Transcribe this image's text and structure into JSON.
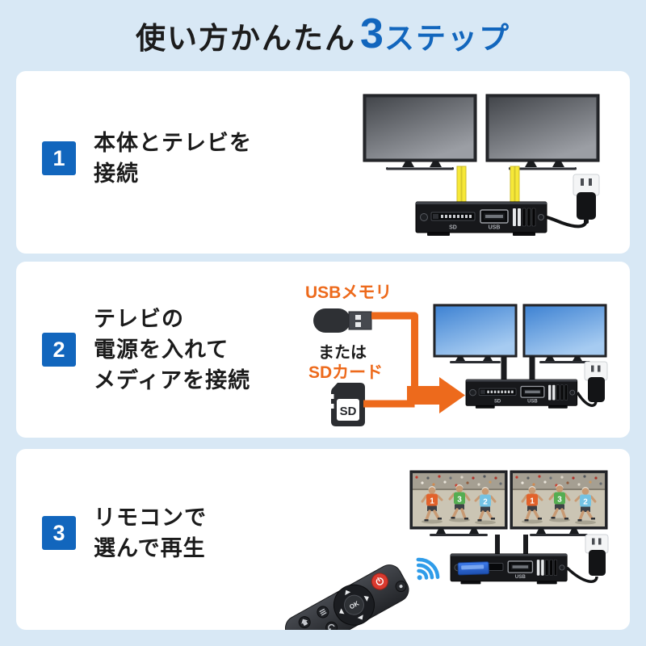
{
  "title": {
    "black": "使い方かんたん",
    "number": "3",
    "suffix": "ステップ"
  },
  "steps": [
    {
      "number": "1",
      "lines": [
        "本体とテレビを",
        "接続"
      ]
    },
    {
      "number": "2",
      "lines": [
        "テレビの",
        "電源を入れて",
        "メディアを接続"
      ]
    },
    {
      "number": "3",
      "lines": [
        "リモコンで",
        "選んで再生"
      ]
    }
  ],
  "step2_media": {
    "usb_label": "USBメモリ",
    "or_label": "または",
    "sd_label": "SDカード",
    "sd_card_text": "SD"
  },
  "device_labels": {
    "sd": "SD",
    "usb": "USB"
  },
  "remote": {
    "ok": "OK"
  },
  "tv_photo": {
    "bib_numbers": [
      "1",
      "3",
      "2"
    ]
  },
  "colors": {
    "background": "#d8e8f5",
    "card": "#ffffff",
    "accent_blue": "#1266bd",
    "orange": "#ed6a1c",
    "cable_yellow": "#f6e838",
    "wifi_blue": "#2f9ce9"
  }
}
